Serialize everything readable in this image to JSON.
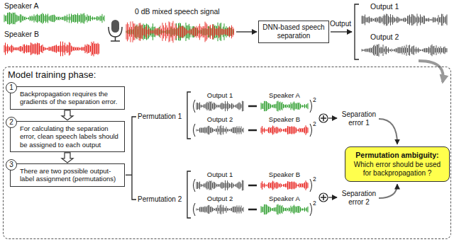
{
  "diagram": {
    "nodes": [
      {
        "text": [
          "DNN-based speech separation"
        ]
      },
      {
        "text": [
          "Model training phase:"
        ]
      },
      {
        "text": [
          "1",
          "Backpropagation requires the gradients of the separation error."
        ],
        "in": 1
      },
      {
        "text": [
          "2",
          "For calculating the separation error, clean speech labels should be assigned to each output"
        ],
        "in": 1
      },
      {
        "text": [
          "3",
          "There are two possible output-label assignment (permutations)"
        ],
        "in": 1
      },
      {
        "text": [
          "Permutation ambiguity:",
          "Which error should be used for backpropagation ?"
        ],
        "in": 1
      }
    ],
    "edges": [
      {
        "from": 2,
        "to": 3,
        "arrow": "to"
      },
      {
        "from": 3,
        "to": 4,
        "arrow": "to"
      }
    ],
    "labels": [
      "Speaker A",
      "Speaker B",
      "0 dB mixed speech signal",
      "Output",
      "Output 1",
      "Output 2",
      "Permutation 1",
      "Output 1",
      "Speaker A",
      "2",
      "Output 2",
      "Speaker B",
      "2",
      "Separation error 1",
      "Permutation 2",
      "Output 1",
      "Speaker B",
      "2",
      "Output 2",
      "Speaker A",
      "2",
      "Separation error 2"
    ]
  }
}
